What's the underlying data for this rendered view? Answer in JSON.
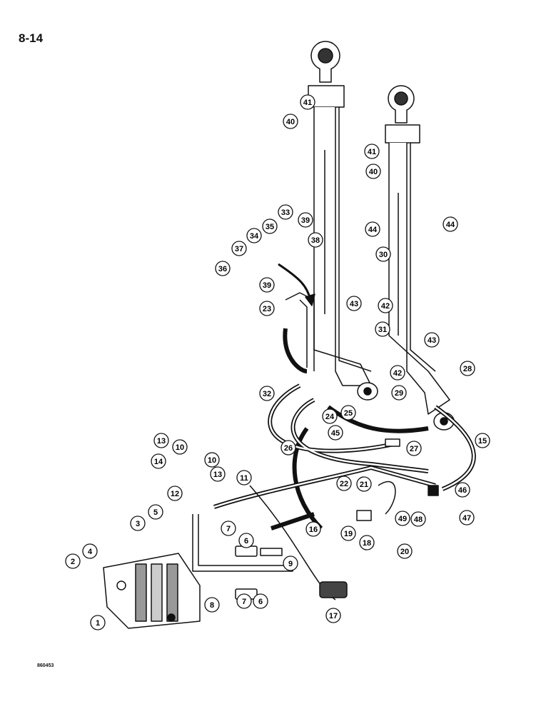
{
  "page_number": "8-14",
  "figure_id": "860453",
  "callouts": [
    "41",
    "40",
    "33",
    "44",
    "41",
    "40",
    "44",
    "30",
    "35",
    "39",
    "34",
    "37",
    "38",
    "36",
    "39",
    "43",
    "42",
    "23",
    "31",
    "43",
    "42",
    "28",
    "29",
    "32",
    "25",
    "24",
    "45",
    "26",
    "27",
    "15",
    "13",
    "10",
    "14",
    "10",
    "13",
    "12",
    "11",
    "22",
    "21",
    "46",
    "47",
    "49",
    "48",
    "19",
    "18",
    "20",
    "16",
    "3",
    "5",
    "6",
    "7",
    "9",
    "6",
    "7",
    "8",
    "17",
    "2",
    "4",
    "1"
  ]
}
